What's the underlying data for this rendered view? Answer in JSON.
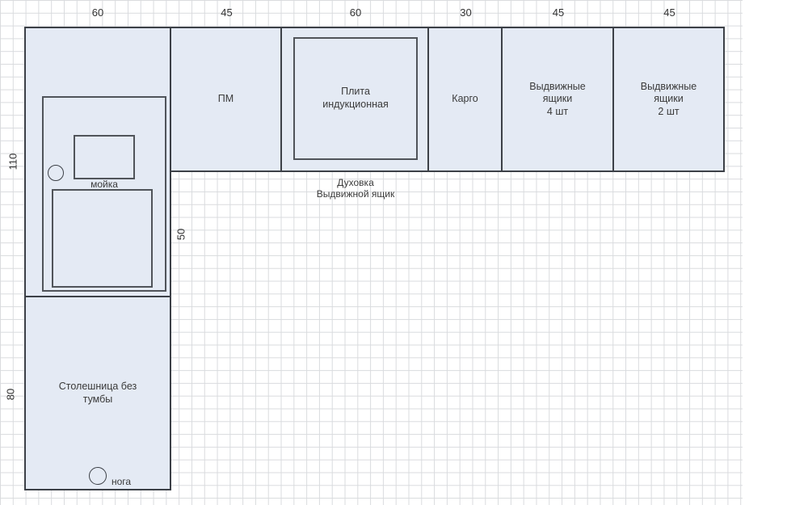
{
  "colors": {
    "unit_fill": "#e4eaf4",
    "unit_border": "#3c4047",
    "grid_line": "#d9dbde",
    "text": "#3a3a3a"
  },
  "dimensions": {
    "top": [
      "60",
      "45",
      "60",
      "30",
      "45",
      "45"
    ],
    "left_upper": "110",
    "middle": "50",
    "left_lower": "80"
  },
  "units": {
    "sink_zone": {
      "label": "мойка"
    },
    "dishwasher": {
      "label": "ПМ"
    },
    "stove": {
      "label": "Плита\nиндукционная"
    },
    "cargo": {
      "label": "Карго"
    },
    "drawers_4": {
      "label": "Выдвижные\nящики\n4 шт"
    },
    "drawers_2": {
      "label": "Выдвижные\nящики\n2 шт"
    },
    "countertop": {
      "label": "Столешница без\nтумбы"
    },
    "oven_note": {
      "label": "Духовка\nВыдвижной ящик"
    },
    "leg": {
      "label": "нога"
    }
  }
}
